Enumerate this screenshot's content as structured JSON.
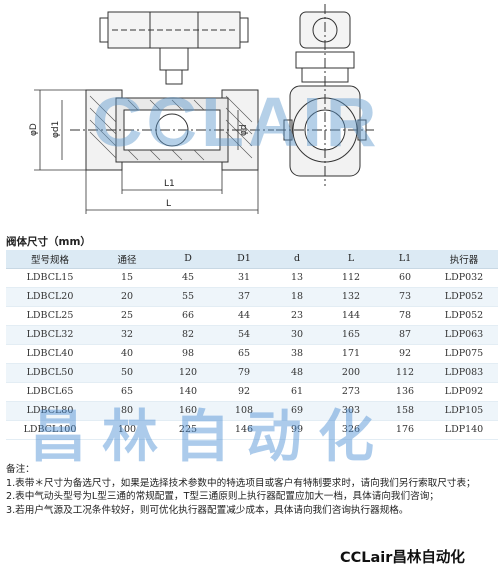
{
  "drawing": {
    "front_labels": {
      "od": "φD",
      "id": "φd1",
      "d": "φd",
      "l1": "L1",
      "l": "L"
    }
  },
  "table": {
    "title": "阀体尺寸（mm）",
    "headers": [
      "型号规格",
      "通径",
      "D",
      "D1",
      "d",
      "L",
      "L1",
      "执行器"
    ],
    "rows": [
      [
        "LDBCL15",
        "15",
        "45",
        "31",
        "13",
        "112",
        "60",
        "LDP032"
      ],
      [
        "LDBCL20",
        "20",
        "55",
        "37",
        "18",
        "132",
        "73",
        "LDP052"
      ],
      [
        "LDBCL25",
        "25",
        "66",
        "44",
        "23",
        "144",
        "78",
        "LDP052"
      ],
      [
        "LDBCL32",
        "32",
        "82",
        "54",
        "30",
        "165",
        "87",
        "LDP063"
      ],
      [
        "LDBCL40",
        "40",
        "98",
        "65",
        "38",
        "171",
        "92",
        "LDP075"
      ],
      [
        "LDBCL50",
        "50",
        "120",
        "79",
        "48",
        "200",
        "112",
        "LDP083"
      ],
      [
        "LDBCL65",
        "65",
        "140",
        "92",
        "61",
        "273",
        "136",
        "LDP092"
      ],
      [
        "LDBCL80",
        "80",
        "160",
        "108",
        "69",
        "303",
        "158",
        "LDP105"
      ],
      [
        "LDBCL100",
        "100",
        "225",
        "146",
        "99",
        "326",
        "176",
        "LDP140"
      ]
    ]
  },
  "notes": {
    "heading": "备注：",
    "line1": "1.表带＊尺寸为备选尺寸，如果是选择技术参数中的特选项目或客户有特制要求时，请向我们另行索取尺寸表；",
    "line2": "2.表中气动头型号为L型三通的常规配置，T型三通原则上执行器配置应加大一档，具体请向我们咨询；",
    "line3": "3.若用户气源及工况条件较好，则可优化执行器配置减少成本，具体请向我们咨询执行器规格。"
  },
  "watermarks": {
    "top": "CCLAIR",
    "middle": "昌林自动化",
    "brand": "CCLair昌林自动化",
    "color": "#5a96cd"
  }
}
